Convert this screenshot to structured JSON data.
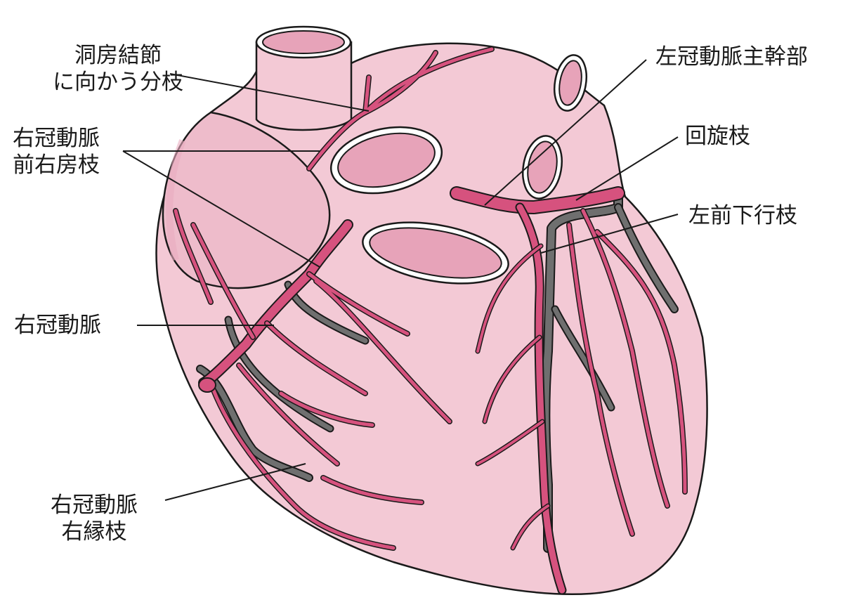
{
  "diagram": {
    "subject": "heart-coronary-arteries-anterior-view",
    "colors": {
      "heart_fill": "#f3c9d5",
      "heart_shade": "#e9acbf",
      "artery": "#d6527e",
      "vein": "#6f6f6f",
      "outline": "#1a1a1a",
      "vessel_lumen": "#e7a3b9"
    },
    "labels": [
      {
        "id": "sa-node-branch",
        "lines": [
          "洞房結節",
          "に向かう分枝"
        ]
      },
      {
        "id": "rca-anterior-atrial-branch",
        "lines": [
          "右冠動脈",
          "前右房枝"
        ]
      },
      {
        "id": "right-coronary-artery",
        "lines": [
          "右冠動脈"
        ]
      },
      {
        "id": "rca-right-marginal-branch",
        "lines": [
          "右冠動脈",
          "右縁枝"
        ]
      },
      {
        "id": "left-main-coronary-artery",
        "lines": [
          "左冠動脈主幹部"
        ]
      },
      {
        "id": "circumflex-branch",
        "lines": [
          "回旋枝"
        ]
      },
      {
        "id": "left-anterior-descending",
        "lines": [
          "左前下行枝"
        ]
      }
    ]
  }
}
